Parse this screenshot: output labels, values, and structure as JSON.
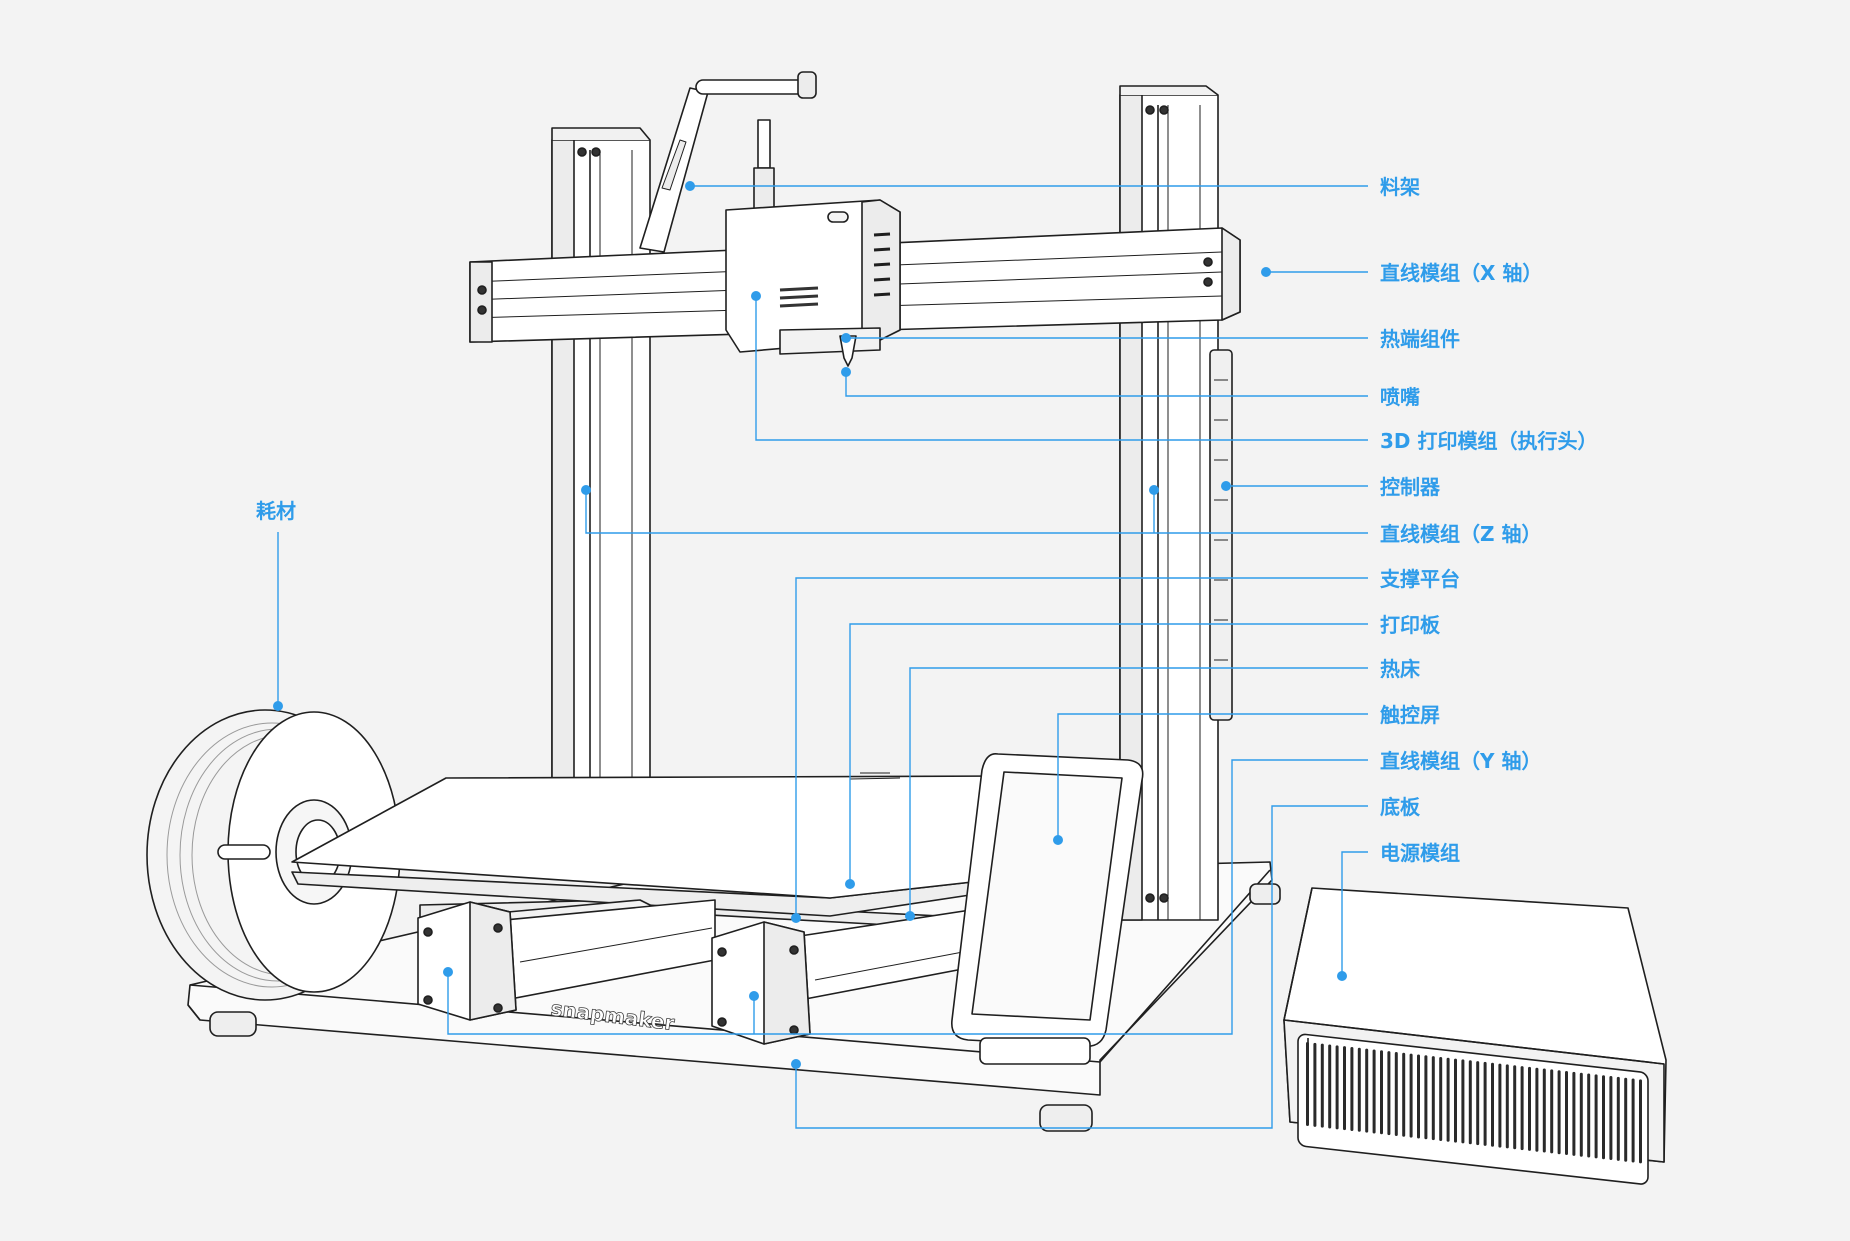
{
  "colors": {
    "background": "#f3f3f3",
    "callout": "#2f9cea",
    "outline": "#1f1f1f",
    "fill": "#ffffff",
    "shade": "#e4e4e4"
  },
  "brand_mark": "snapmaker",
  "labels": {
    "filament_holder": "料架",
    "x_axis_module": "直线模组（X 轴）",
    "hot_end": "热端组件",
    "nozzle": "喷嘴",
    "print_head": "3D 打印模组（执行头）",
    "controller": "控制器",
    "z_axis_module": "直线模组（Z 轴）",
    "support_platform": "支撑平台",
    "print_sheet": "打印板",
    "heated_bed": "热床",
    "touchscreen": "触控屏",
    "y_axis_module": "直线模组（Y 轴）",
    "base_plate": "底板",
    "power_module": "电源模组",
    "filament": "耗材"
  }
}
